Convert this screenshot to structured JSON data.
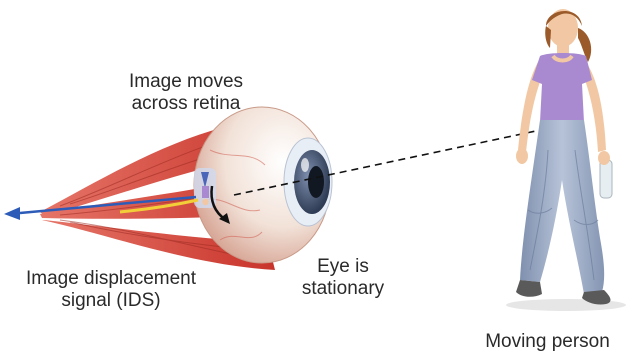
{
  "labels": {
    "image_moves": [
      "Image moves",
      "across retina"
    ],
    "ids": [
      "Image displacement",
      "signal (IDS)"
    ],
    "eye": [
      "Eye is",
      "stationary"
    ],
    "person": "Moving person"
  },
  "colors": {
    "muscle": "#d9453b",
    "muscle_dark": "#a8261f",
    "nerve_blue": "#2d5cb8",
    "nerve_yellow": "#f2cf38",
    "iris": "#4a5b78",
    "shirt": "#a98ad0",
    "jeans": "#9aa9c4",
    "hair": "#9b5a2a",
    "skin": "#f1c8a3"
  }
}
